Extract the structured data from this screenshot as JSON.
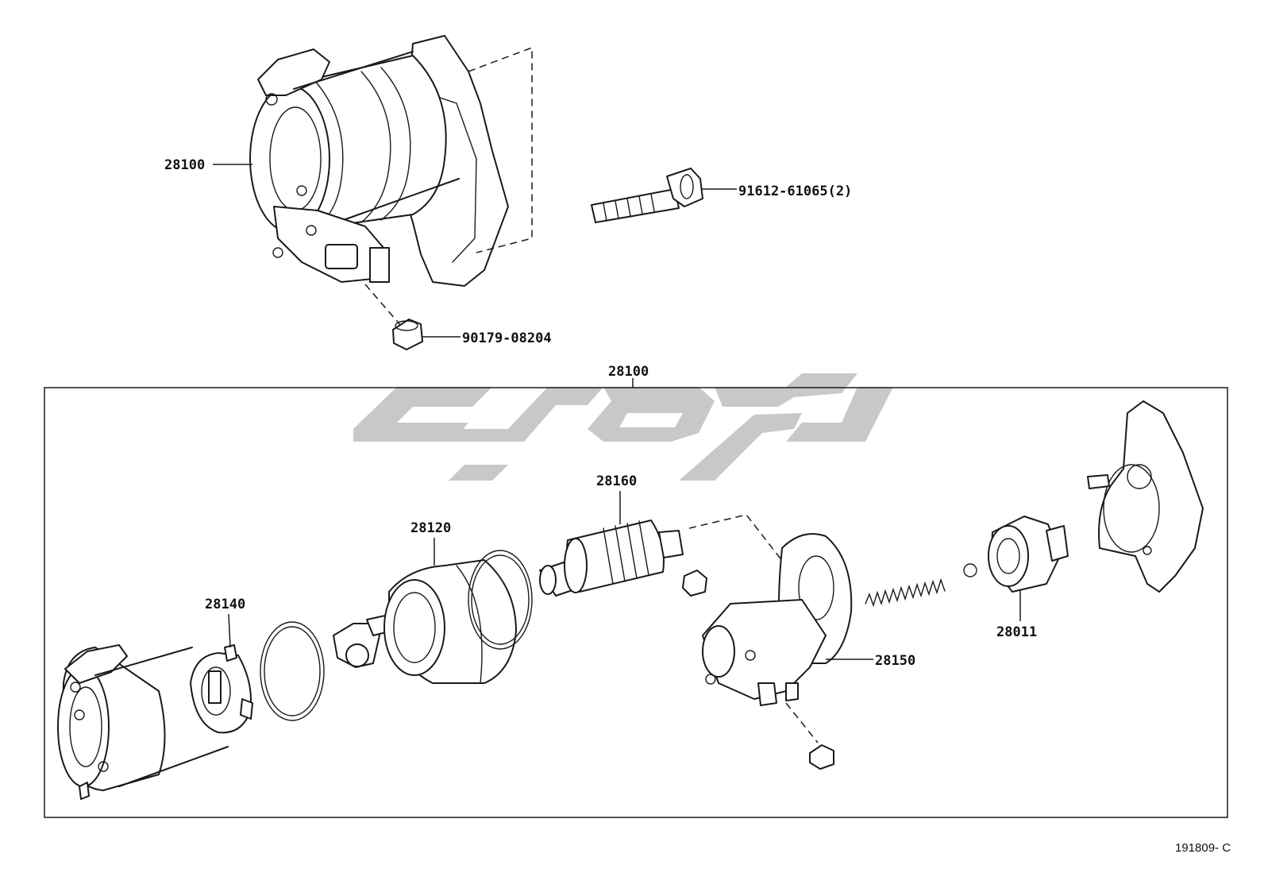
{
  "labels": {
    "starter_assy_top": "28100",
    "bolt": "91612-61065(2)",
    "cap": "90179-08204",
    "starter_assy_group": "28100",
    "armature": "28160",
    "yoke": "28120",
    "brush_holder": "28140",
    "housing": "28150",
    "clutch": "28011"
  },
  "reference_code": "191809- C",
  "colors": {
    "line": "#1a1a1a",
    "watermark": "#c8c8c8",
    "background": "#ffffff"
  }
}
